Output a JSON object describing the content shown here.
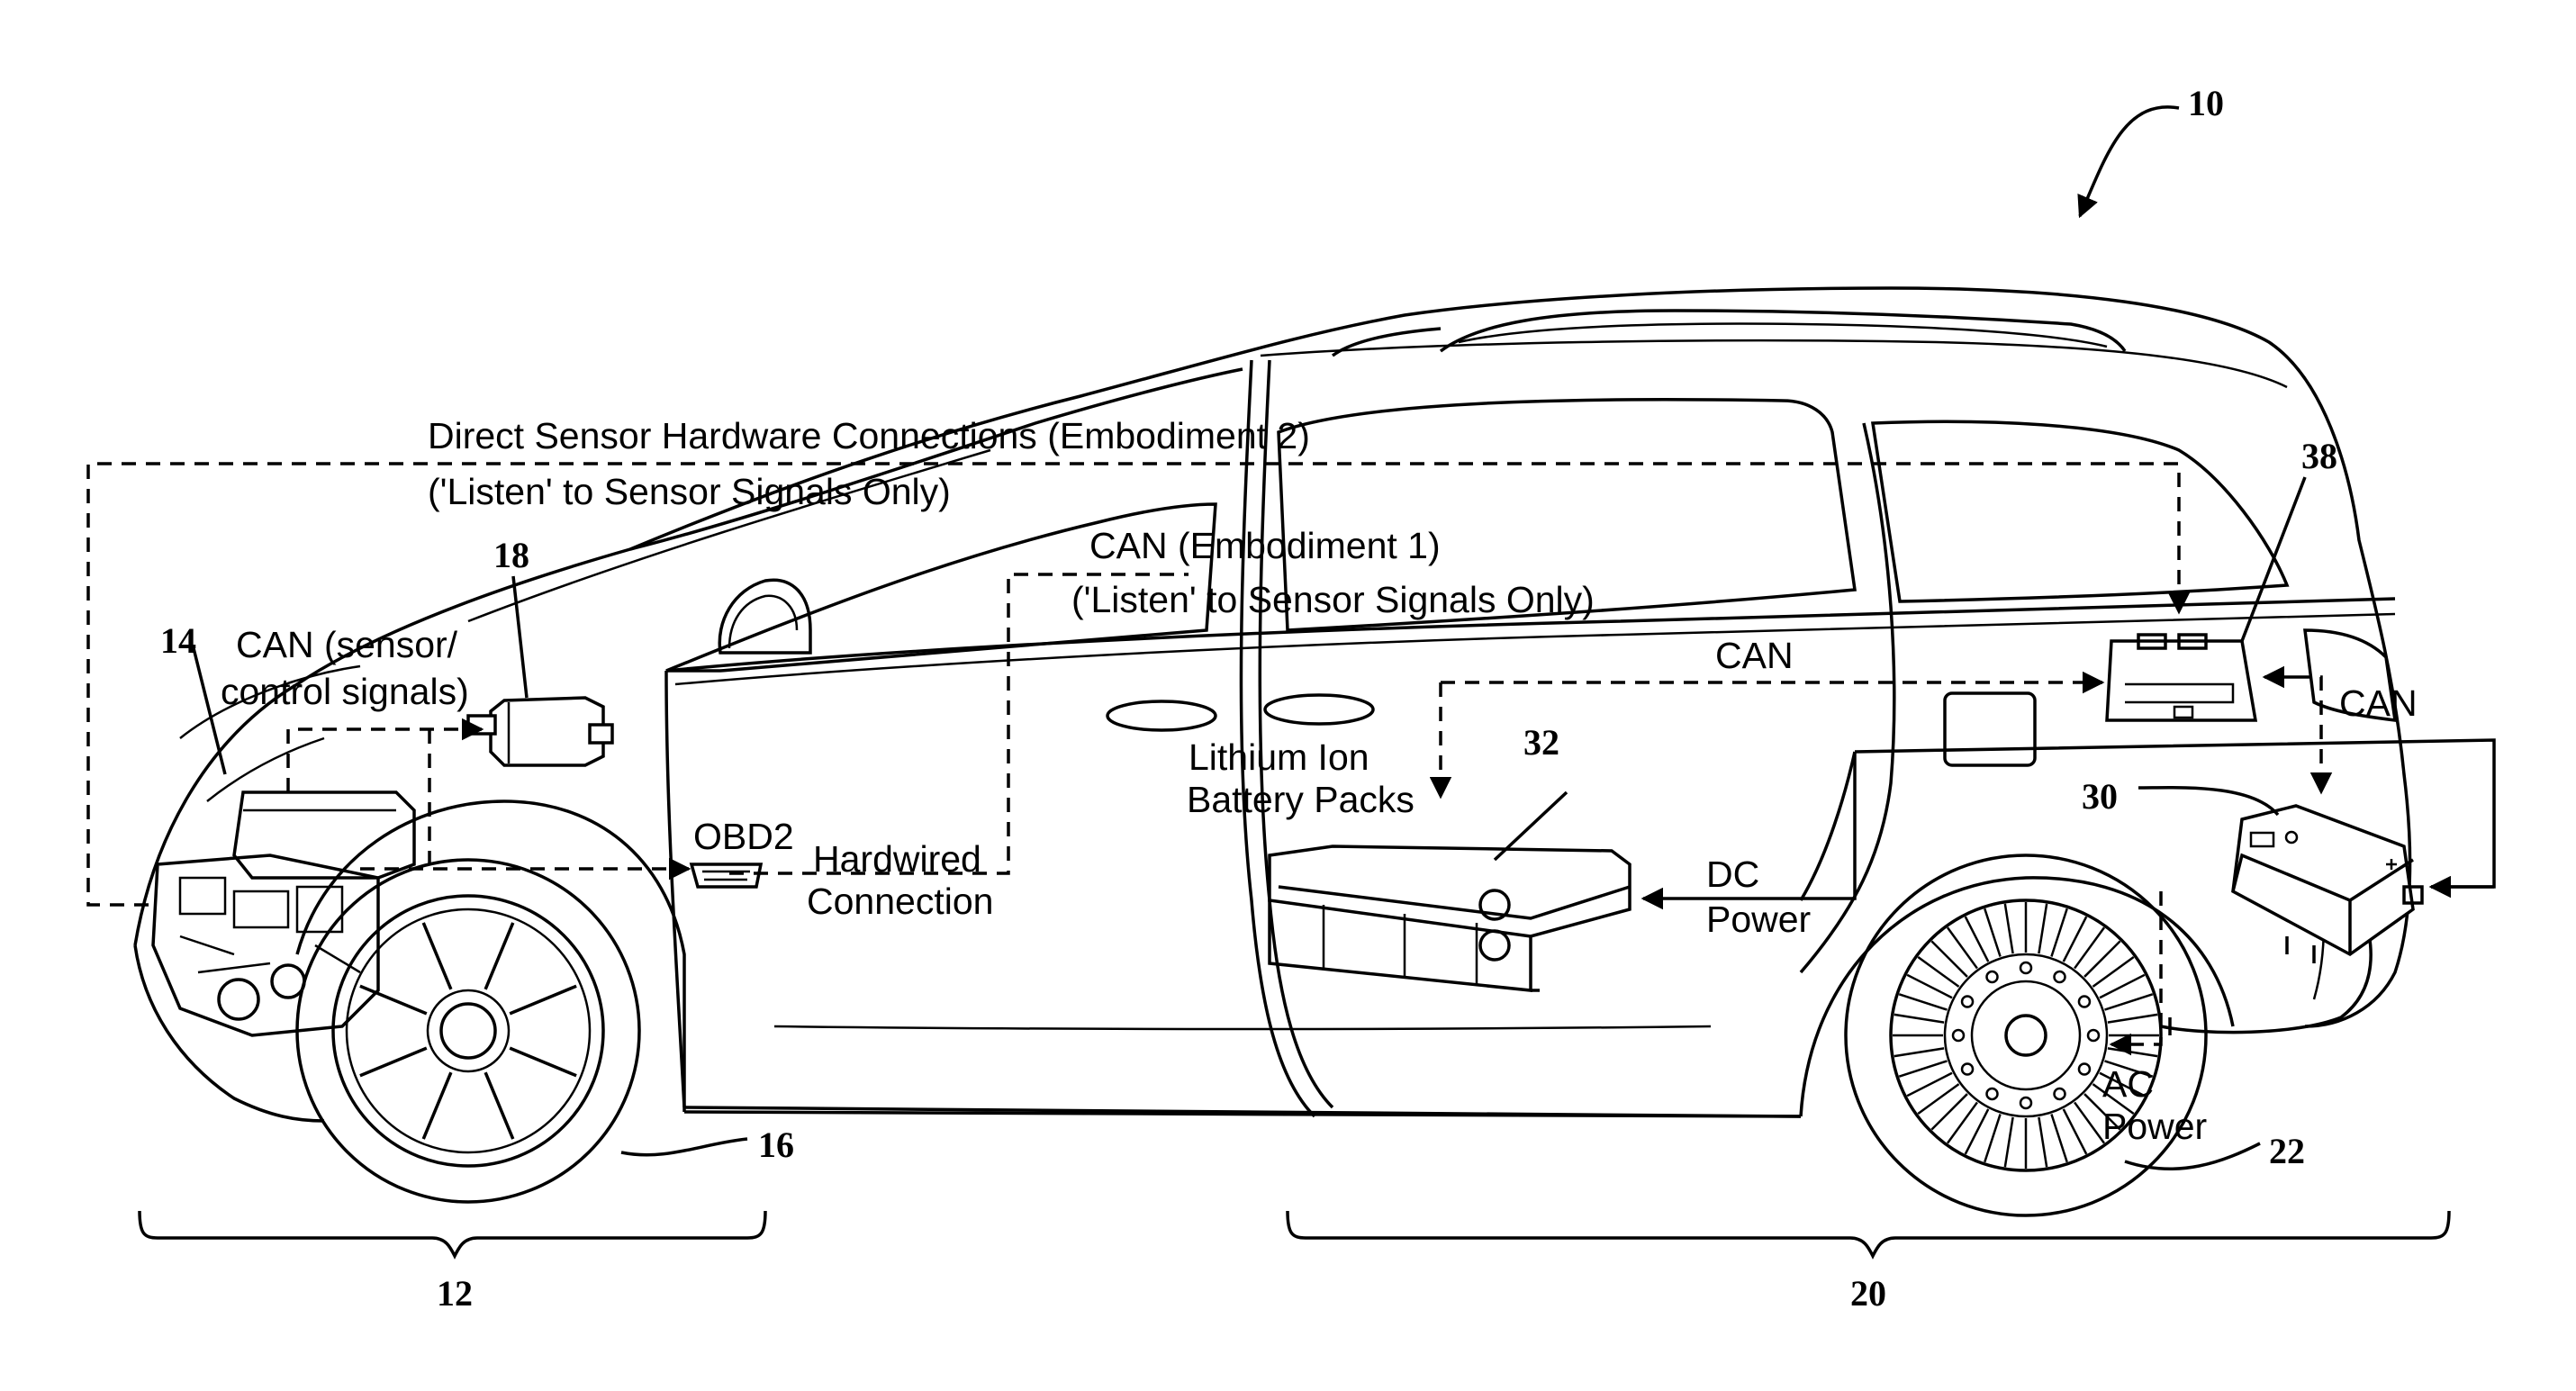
{
  "labels": {
    "direct_sensor_line1": "Direct Sensor Hardware Connections (Embodiment 2)",
    "direct_sensor_line2": "('Listen' to Sensor Signals Only)",
    "can_emb1_line1": "CAN (Embodiment 1)",
    "can_emb1_line2": "('Listen' to Sensor Signals Only)",
    "can_top": "CAN",
    "can_right": "CAN",
    "can_sensor_line1": "CAN (sensor/",
    "can_sensor_line2": "control signals)",
    "obd2": "OBD2",
    "hardwired_line1": "Hardwired",
    "hardwired_line2": "Connection",
    "battery_line1": "Lithium Ion",
    "battery_line2": "Battery Packs",
    "dc_line1": "DC",
    "dc_line2": "Power",
    "ac_line1": "AC",
    "ac_line2": "Power"
  },
  "refs": {
    "r10": "10",
    "r12": "12",
    "r14": "14",
    "r16": "16",
    "r18": "18",
    "r20": "20",
    "r22": "22",
    "r30": "30",
    "r32": "32",
    "r38": "38"
  }
}
